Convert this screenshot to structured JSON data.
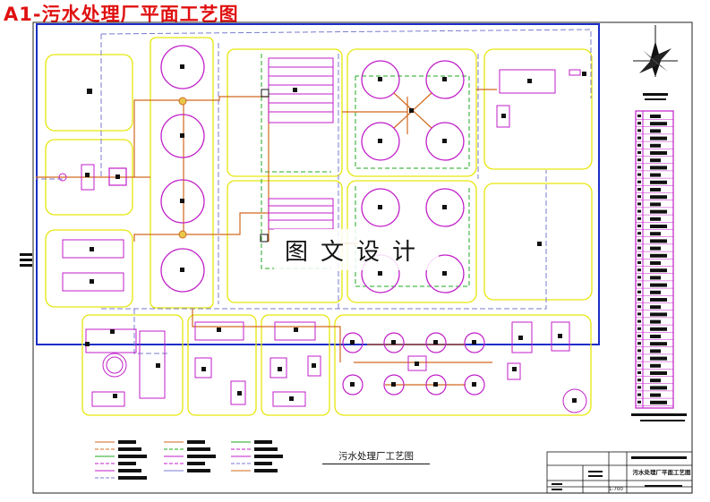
{
  "header": {
    "title": "A1-污水处理厂平面工艺图"
  },
  "drawing": {
    "caption": "污水处理厂工艺图",
    "watermark": "图文设计"
  },
  "title_block": {
    "drawing_name": "污水处理厂平面工艺图",
    "scale_text": "1:700"
  },
  "colors": {
    "boundary": "#1a2ec8",
    "zone_outline": "#e6e60a",
    "tank": "#c01ec8",
    "pipe_sludge": "#d2691e",
    "pipe_overflow": "#1faa1f",
    "pipe_air": "#7a7ad0",
    "title_red": "#e01010"
  },
  "icons": {
    "north_arrow": "north-arrow-icon"
  }
}
